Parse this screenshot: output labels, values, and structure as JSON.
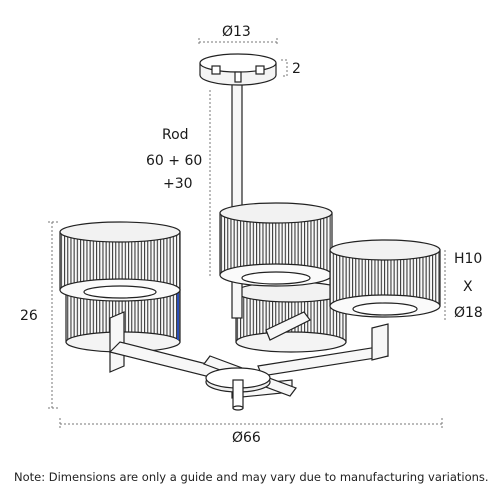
{
  "dimensions": {
    "canopy_diameter": "Ø13",
    "canopy_height": "2",
    "rod_title": "Rod",
    "rod_length_line1": "60 + 60",
    "rod_length_line2": "+30",
    "overall_height": "26",
    "shade_height": "H10",
    "shade_x": "X",
    "shade_diameter": "Ø18",
    "overall_width": "Ø66"
  },
  "note": "Note: Dimensions are only a guide and may vary due to manufacturing variations."
}
